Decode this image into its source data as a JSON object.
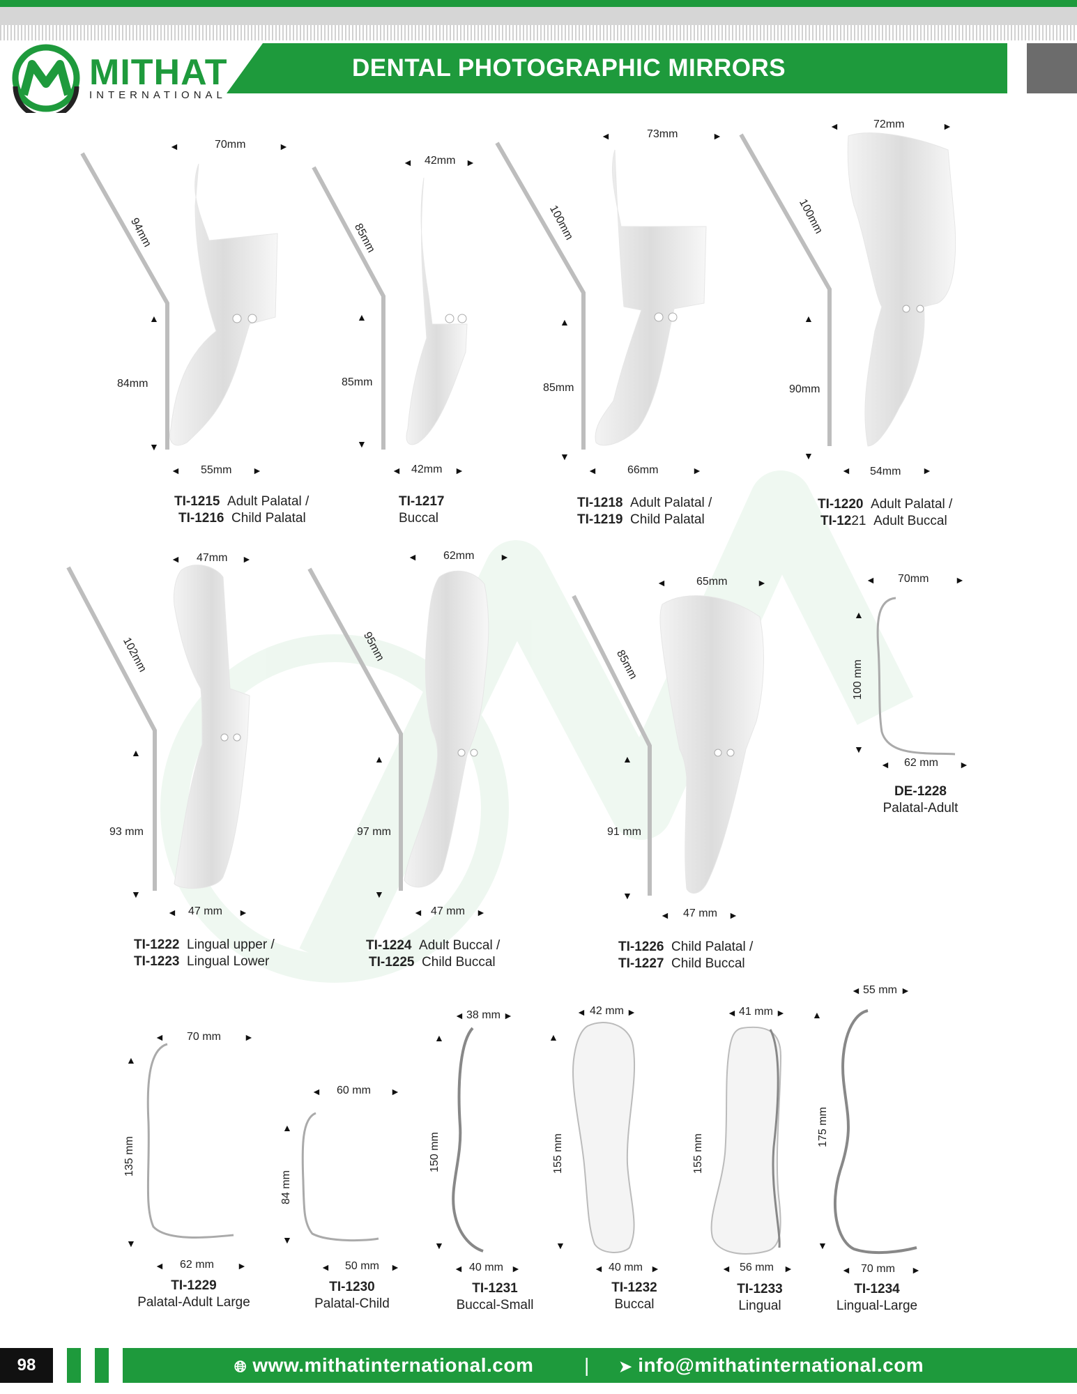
{
  "header": {
    "brand": "MITHAT",
    "brand_sub": "INTERNATIONAL",
    "title": "DENTAL PHOTOGRAPHIC MIRRORS"
  },
  "colors": {
    "brand_green": "#1e9a3c",
    "grey_tab": "#6c6c6c"
  },
  "items": {
    "i1215": {
      "w_top": "70mm",
      "handle": "94mm",
      "h_left": "84mm",
      "w_bottom": "55mm",
      "code1": "TI-1215",
      "name1": "Adult Palatal /",
      "code2": "TI-1216",
      "name2": "Child Palatal"
    },
    "i1217": {
      "w_top": "42mm",
      "handle": "85mm",
      "h_left": "85mm",
      "w_bottom": "42mm",
      "code1": "TI-1217",
      "name1": "Buccal"
    },
    "i1218": {
      "w_top": "73mm",
      "handle": "100mm",
      "h_left": "85mm",
      "w_bottom": "66mm",
      "code1": "TI-1218",
      "name1": "Adult Palatal /",
      "code2": "TI-1219",
      "name2": "Child Palatal"
    },
    "i1220": {
      "w_top": "72mm",
      "handle": "100mm",
      "h_left": "90mm",
      "w_bottom": "54mm",
      "code1": "TI-1220",
      "name1": "Adult Palatal /",
      "code2a": "TI-12",
      "code2b": "21",
      "name2": "Adult Buccal"
    },
    "i1222": {
      "w_top": "47mm",
      "handle": "102mm",
      "h_left": "93 mm",
      "w_bottom": "47 mm",
      "code1": "TI-1222",
      "name1": "Lingual upper /",
      "code2": "TI-1223",
      "name2": "Lingual Lower"
    },
    "i1224": {
      "w_top": "62mm",
      "handle": "95mm",
      "h_left": "97 mm",
      "w_bottom": "47 mm",
      "code1": "TI-1224",
      "name1": "Adult Buccal /",
      "code2": "TI-1225",
      "name2": "Child Buccal"
    },
    "i1226": {
      "w_top": "65mm",
      "handle": "85mm",
      "h_left": "91 mm",
      "w_bottom": "47 mm",
      "code1": "TI-1226",
      "name1": "Child Palatal /",
      "code2": "TI-1227",
      "name2": "Child Buccal"
    },
    "i1228": {
      "w_top": "70mm",
      "h_left": "100 mm",
      "w_bottom": "62 mm",
      "code1": "DE-1228",
      "name1": "Palatal-Adult"
    },
    "i1229": {
      "w_top": "70 mm",
      "h_left": "135 mm",
      "w_bottom": "62 mm",
      "code1": "TI-1229",
      "name1": "Palatal-Adult Large"
    },
    "i1230": {
      "w_top": "60 mm",
      "h_left": "84 mm",
      "w_bottom": "50 mm",
      "code1": "TI-1230",
      "name1": "Palatal-Child"
    },
    "i1231": {
      "w_top": "38 mm",
      "h_left": "150 mm",
      "w_bottom": "40 mm",
      "code1": "TI-1231",
      "name1": "Buccal-Small"
    },
    "i1232": {
      "w_top": "42 mm",
      "h_left": "155 mm",
      "w_bottom": "40 mm",
      "code1": "TI-1232",
      "name1": "Buccal"
    },
    "i1233": {
      "w_top": "41 mm",
      "h_left": "155 mm",
      "w_bottom": "56 mm",
      "code1": "TI-1233",
      "name1": "Lingual"
    },
    "i1234": {
      "w_top": "55 mm",
      "h_left": "175 mm",
      "w_bottom": "70 mm",
      "code1": "TI-1234",
      "name1": "Lingual-Large"
    }
  },
  "footer": {
    "page_number": "98",
    "website": "www.mithatinternational.com",
    "separator": "|",
    "email": "info@mithatinternational.com"
  }
}
